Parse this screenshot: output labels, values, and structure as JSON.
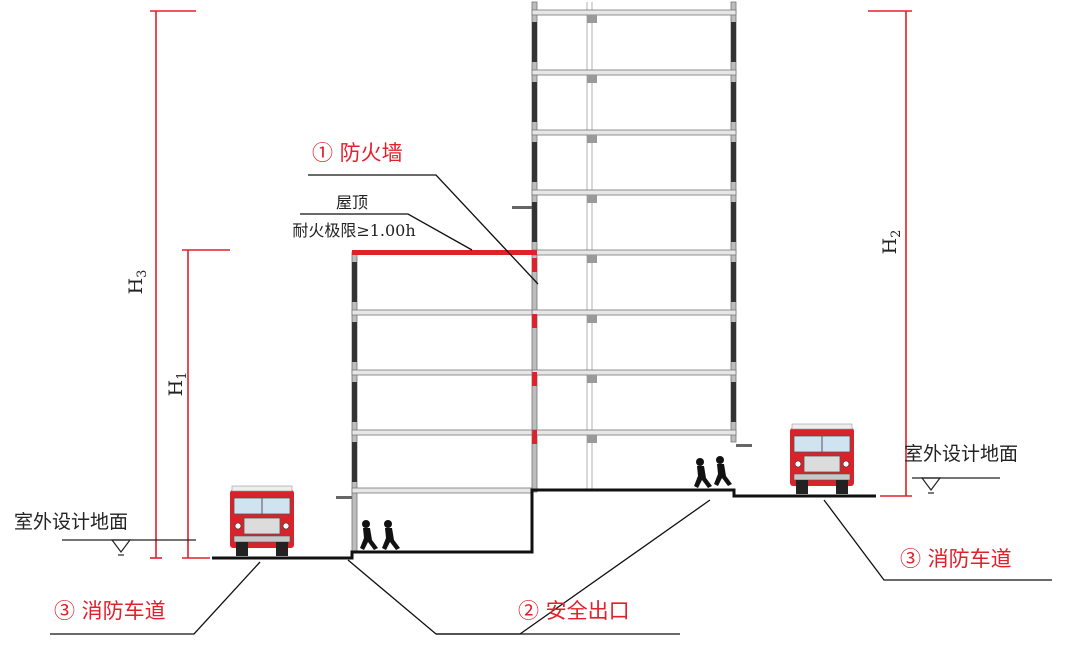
{
  "labels": {
    "firewall": "① 防火墙",
    "roof_line1": "屋顶",
    "roof_line2": "耐火极限≥1.00h",
    "safety_exit": "② 安全出口",
    "fire_lane_left": "③ 消防车道",
    "fire_lane_right": "③ 消防车道",
    "ground_left": "室外设计地面",
    "ground_right": "室外设计地面"
  },
  "dimensions": {
    "h1": "H",
    "h1_sub": "1",
    "h2": "H",
    "h2_sub": "2",
    "h3": "H",
    "h3_sub": "3"
  },
  "colors": {
    "accent_red": "#e0202a",
    "line": "#111111",
    "structure": "#9a9a9a"
  }
}
